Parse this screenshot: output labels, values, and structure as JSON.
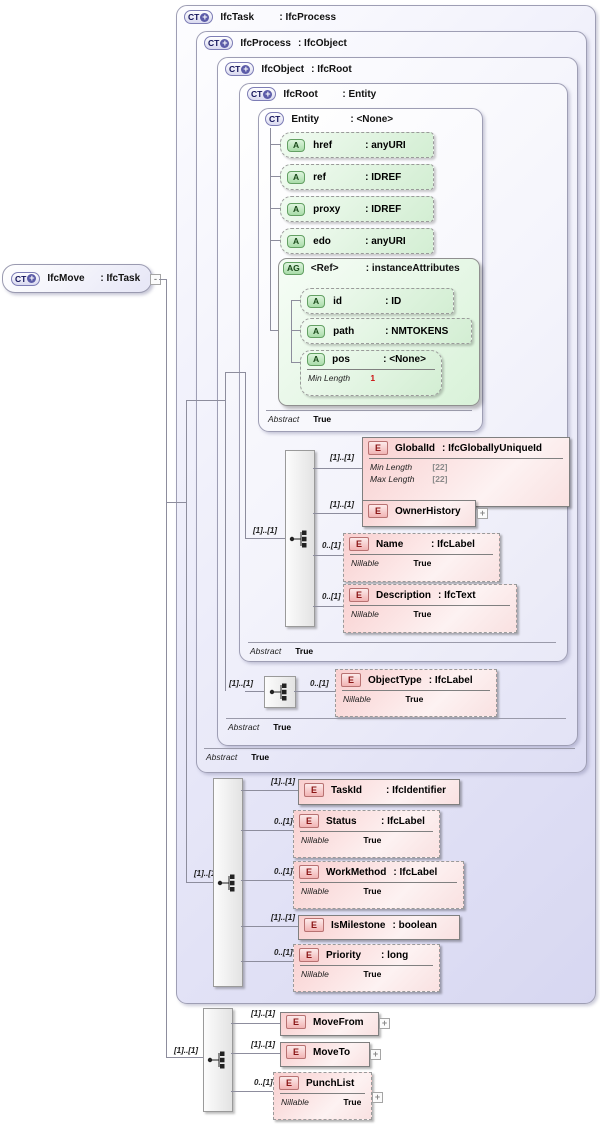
{
  "badges": {
    "ct": "CT",
    "a": "A",
    "ag": "AG",
    "e": "E",
    "plus": "+",
    "minus": "-",
    "expander": "+"
  },
  "root_box": {
    "name": "IfcMove",
    "type": ": IfcTask"
  },
  "containers": {
    "ifctask": {
      "name": "IfcTask",
      "type": ": IfcProcess"
    },
    "ifcprocess": {
      "name": "IfcProcess",
      "type": ": IfcObject"
    },
    "ifcobject": {
      "name": "IfcObject",
      "type": ": IfcRoot"
    },
    "ifcroot": {
      "name": "IfcRoot",
      "type": ": Entity"
    },
    "entity": {
      "name": "Entity",
      "type": ": <None>"
    }
  },
  "abstract": {
    "label": "Abstract",
    "value": "True"
  },
  "nillable": {
    "label": "Nillable",
    "value": "True"
  },
  "cardinality": {
    "one_one": "[1]..[1]",
    "zero_one": "0..[1]"
  },
  "entity_attrs": [
    {
      "name": "href",
      "type": ": anyURI"
    },
    {
      "name": "ref",
      "type": ": IDREF"
    },
    {
      "name": "proxy",
      "type": ": IDREF"
    },
    {
      "name": "edo",
      "type": ": anyURI"
    }
  ],
  "ref_group": {
    "name": "<Ref>",
    "type": ": instanceAttributes",
    "attrs": [
      {
        "name": "id",
        "type": ": ID"
      },
      {
        "name": "path",
        "type": ": NMTOKENS"
      },
      {
        "name": "pos",
        "type": ": <None>"
      }
    ],
    "pos_facet": {
      "label": "Min Length",
      "value": "1"
    }
  },
  "elements": {
    "globalid": {
      "name": "GlobalId",
      "type": ": IfcGloballyUniqueId",
      "facets": [
        {
          "label": "Min Length",
          "value": "[22]"
        },
        {
          "label": "Max Length",
          "value": "[22]"
        }
      ]
    },
    "ownerhistory": {
      "name": "OwnerHistory"
    },
    "name": {
      "name": "Name",
      "type": ": IfcLabel"
    },
    "description": {
      "name": "Description",
      "type": ": IfcText"
    },
    "objecttype": {
      "name": "ObjectType",
      "type": ": IfcLabel"
    },
    "taskid": {
      "name": "TaskId",
      "type": ": IfcIdentifier"
    },
    "status": {
      "name": "Status",
      "type": ": IfcLabel"
    },
    "workmethod": {
      "name": "WorkMethod",
      "type": ": IfcLabel"
    },
    "ismilestone": {
      "name": "IsMilestone",
      "type": ": boolean"
    },
    "priority": {
      "name": "Priority",
      "type": ": long"
    },
    "movefrom": {
      "name": "MoveFrom"
    },
    "moveto": {
      "name": "MoveTo"
    },
    "punchlist": {
      "name": "PunchList"
    }
  }
}
